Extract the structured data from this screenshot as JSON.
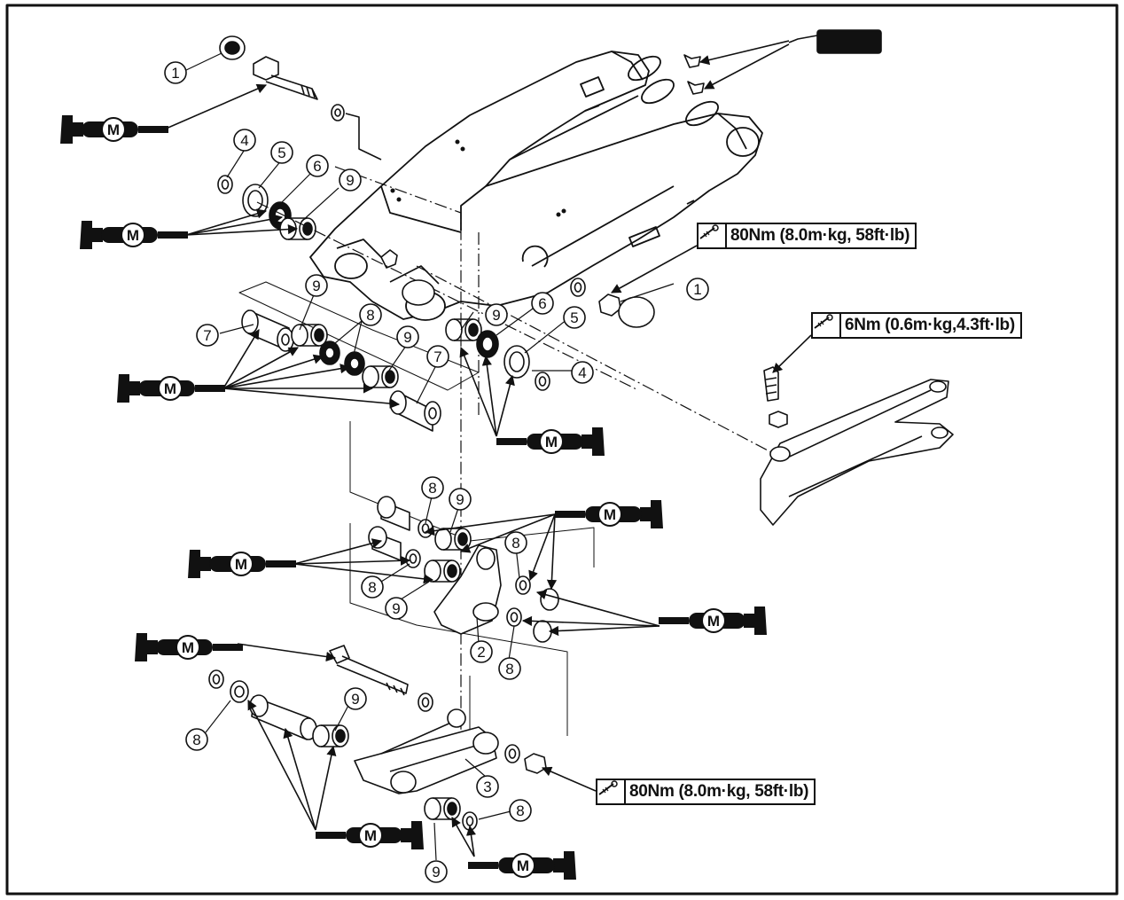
{
  "torque_specs": {
    "swingarm_pivot_nut": "80Nm (8.0m·kg, 58ft·lb)",
    "chain_guide_bolt": "6Nm (0.6m·kg,4.3ft·lb)",
    "link_nut": "80Nm (8.0m·kg, 58ft·lb)"
  },
  "grease_symbol": "M",
  "callouts": {
    "c1a": "1",
    "c1b": "1",
    "c2": "2",
    "c3": "3",
    "c4a": "4",
    "c4b": "4",
    "c5a": "5",
    "c5b": "5",
    "c6a": "6",
    "c6b": "6",
    "c7a": "7",
    "c7b": "7",
    "c8a": "8",
    "c8b": "8",
    "c8c": "8",
    "c8d": "8",
    "c8e": "8",
    "c8f": "8",
    "c8g": "8",
    "c9a": "9",
    "c9b": "9",
    "c9c": "9",
    "c9d": "9",
    "c9e": "9",
    "c9f": "9",
    "c9g": "9",
    "c9h": "9"
  },
  "colors": {
    "ink": "#111111",
    "paper": "#ffffff"
  }
}
